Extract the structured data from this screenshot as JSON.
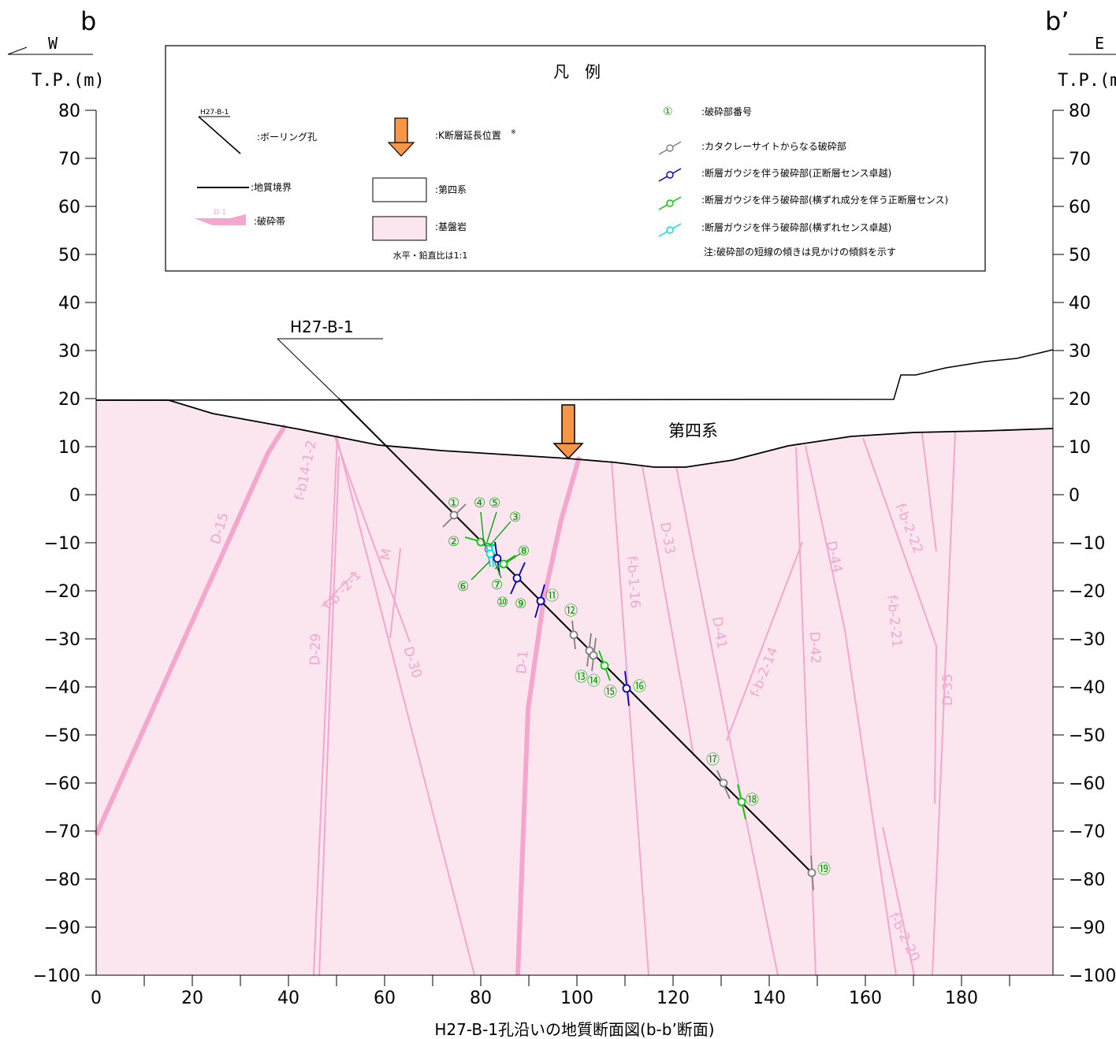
{
  "section": {
    "left_label": "b",
    "right_label": "b’",
    "left_dir": "W",
    "right_dir": "E",
    "left_unit": "T.P.(m)",
    "right_unit": "T.P.(m)",
    "caption": "H27-B-1孔沿いの地質断面図(b-b’断面)",
    "borehole_label": "H27-B-1",
    "quaternary_label": "第四系"
  },
  "legend": {
    "title": "凡　例",
    "borehole_sample": "H27-B-1",
    "borehole": ":ボーリング孔",
    "boundary": ":地質境界",
    "fracture_zone_sample": "D-1",
    "fracture_zone": ":破砕帯",
    "k_fault": ":K断層延長位置",
    "k_fault_mark": "※",
    "quaternary": ":第四系",
    "bedrock": ":基盤岩",
    "ratio_note": "水平・鉛直比は1:1",
    "fracture_no_sample": "①",
    "fracture_no": ":破砕部番号",
    "cataclasite": ":カタクレーサイトからなる破砕部",
    "gouge_normal": ":断層ガウジを伴う破砕部(正断層センス卓越)",
    "gouge_oblique": ":断層ガウジを伴う破砕部(横ずれ成分を伴う正断層センス)",
    "gouge_strike": ":断層ガウジを伴う破砕部(横ずれセンス卓越)",
    "note": "注:破砕部の短線の傾きは見かけの傾斜を示す"
  },
  "axes": {
    "y_ticks_left": [
      "80",
      "70",
      "60",
      "50",
      "40",
      "30",
      "20",
      "10",
      "0",
      "−10",
      "−20",
      "−30",
      "−40",
      "−50",
      "−60",
      "−70",
      "−80",
      "−90",
      "−100"
    ],
    "y_ticks_right": [
      "80",
      "70",
      "60",
      "50",
      "40",
      "30",
      "20",
      "10",
      "0",
      "−10",
      "−20",
      "−30",
      "−40",
      "−50",
      "−60",
      "−70",
      "−80",
      "−90",
      "−100"
    ],
    "x_ticks": [
      "0",
      "20",
      "40",
      "60",
      "80",
      "100",
      "120",
      "140",
      "160",
      "180"
    ]
  },
  "fault_labels": [
    "D-15",
    "f-b14-1-2",
    "f-b’-2-1",
    "M",
    "D-29",
    "D-30",
    "D-1",
    "f-b-1-16",
    "D-33",
    "D-41",
    "f-b-2-14",
    "D-44",
    "D-42",
    "f-b-2-22",
    "f-b-2-21",
    "D-35",
    "f-b-2-20"
  ],
  "fracture_numbers": [
    "①",
    "②",
    "③",
    "④",
    "⑤",
    "⑥",
    "⑦",
    "⑧",
    "⑨",
    "⑩",
    "⑪",
    "⑫",
    "⑬",
    "⑭",
    "⑮",
    "⑯",
    "⑰",
    "⑱",
    "⑲"
  ],
  "colors": {
    "bedrock": "#fbe6f0",
    "fault": "#f4a6cc",
    "arrow": "#f79646",
    "cataclasite": "#808080",
    "gouge_normal": "#0000c0",
    "gouge_oblique": "#00cc00",
    "gouge_strike": "#00e0e0",
    "number": "#00a000"
  }
}
